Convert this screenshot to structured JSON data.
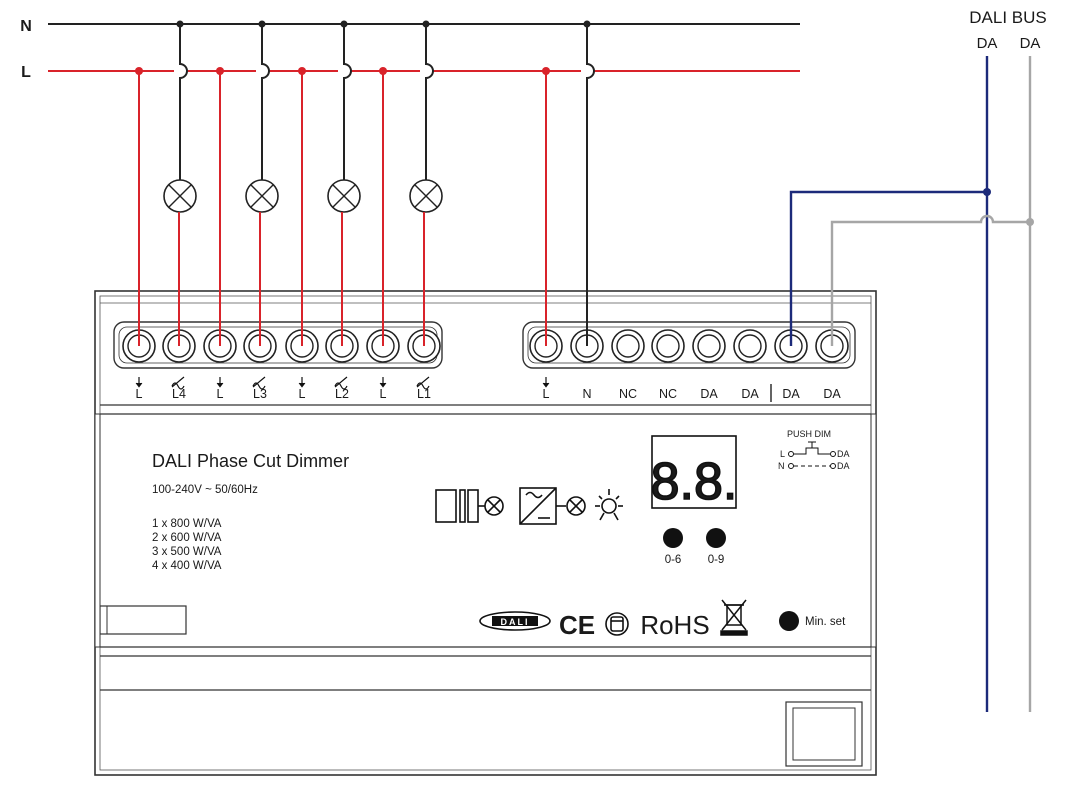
{
  "wires": {
    "neutral_label": "N",
    "live_label": "L",
    "colors": {
      "live": "#d9232a",
      "neutral": "#222222",
      "da_blue": "#1c2a7a",
      "da_gray": "#a6a6a6"
    }
  },
  "bus": {
    "title": "DALI BUS",
    "terminals": [
      "DA",
      "DA"
    ]
  },
  "device": {
    "title": "DALI Phase Cut Dimmer",
    "voltage": "100-240V ~   50/60Hz",
    "ratings": [
      "1 x 800 W/VA",
      "2 x 600 W/VA",
      "3 x 500 W/VA",
      "4 x 400 W/VA"
    ],
    "display": "8.8.",
    "buttons": [
      "0-6",
      "0-9"
    ],
    "push_dim": {
      "title": "PUSH DIM",
      "row1": "L",
      "row2": "N",
      "out1": "DA",
      "out2": "DA"
    },
    "min_set": "Min. set",
    "cert_dali": "DALI",
    "cert_ce": "CE",
    "cert_rohs": "RoHS",
    "left_terminals": [
      "L",
      "L4",
      "L",
      "L3",
      "L",
      "L2",
      "L",
      "L1"
    ],
    "right_terminals": [
      "L",
      "N",
      "NC",
      "NC",
      "DA",
      "DA",
      "DA",
      "DA"
    ]
  }
}
